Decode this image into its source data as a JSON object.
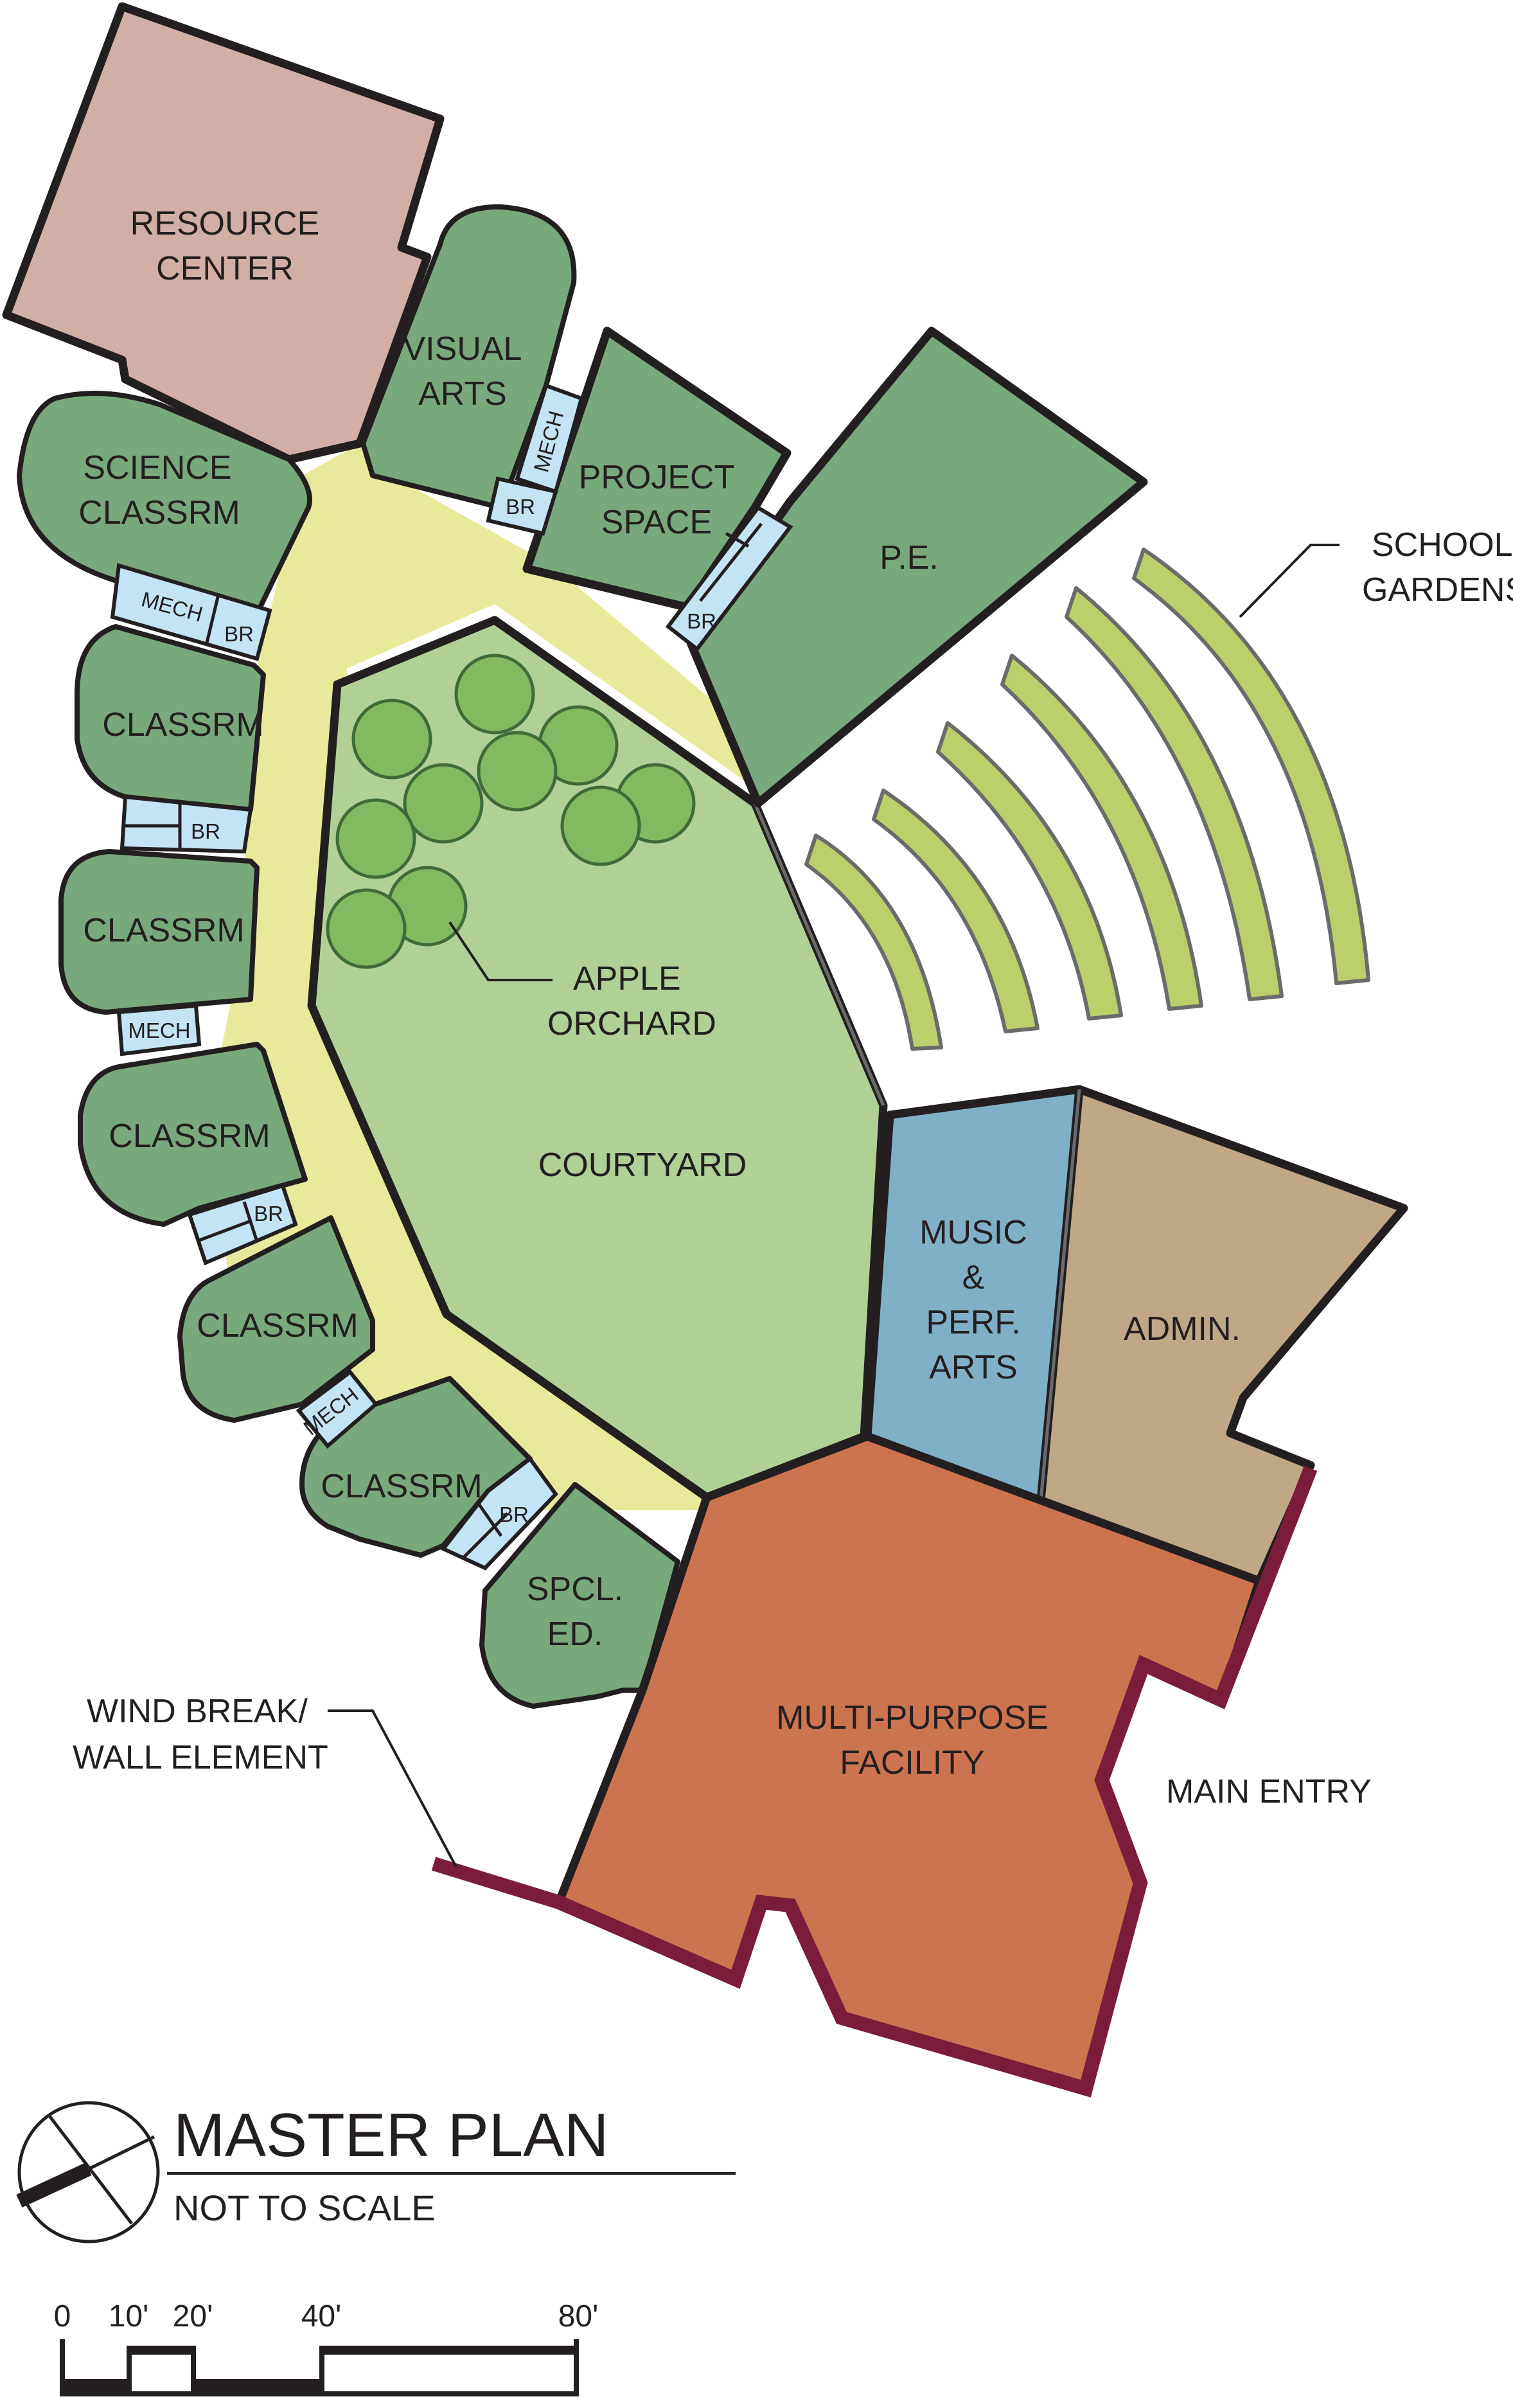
{
  "colors": {
    "room_green": "#78a97d",
    "corridor": "#e9e99b",
    "courtyard": "#b0d095",
    "resource": "#d1aea6",
    "music": "#7fb0c8",
    "admin": "#c0a886",
    "multipurpose": "#cc7350",
    "service": "#c2e4f4",
    "garden": "#bbcf6b",
    "tree": "#82ba62",
    "wall": "#7b1c3b"
  },
  "rooms": {
    "resource_center": [
      "RESOURCE",
      "CENTER"
    ],
    "visual_arts": [
      "VISUAL",
      "ARTS"
    ],
    "project_space": [
      "PROJECT",
      "SPACE"
    ],
    "pe": "P.E.",
    "science": [
      "SCIENCE",
      "CLASSRM"
    ],
    "classroom": "CLASSRM",
    "courtyard": "COURTYARD",
    "music": [
      "MUSIC",
      "&",
      "PERF.",
      "ARTS"
    ],
    "admin": "ADMIN.",
    "multipurpose": [
      "MULTI-PURPOSE",
      "FACILITY"
    ],
    "sped": [
      "SPCL.",
      "ED."
    ],
    "mech": "MECH",
    "br": "BR"
  },
  "callouts": {
    "school_gardens": [
      "SCHOOL",
      "GARDENS"
    ],
    "apple_orchard": [
      "APPLE",
      "ORCHARD"
    ],
    "wind_break": [
      "WIND BREAK/",
      "WALL ELEMENT"
    ],
    "main_entry": "MAIN ENTRY"
  },
  "legend": {
    "title": "MASTER PLAN",
    "subtitle": "NOT TO SCALE",
    "scale_labels": [
      "0",
      "10'",
      "20'",
      "40'",
      "80'"
    ]
  }
}
